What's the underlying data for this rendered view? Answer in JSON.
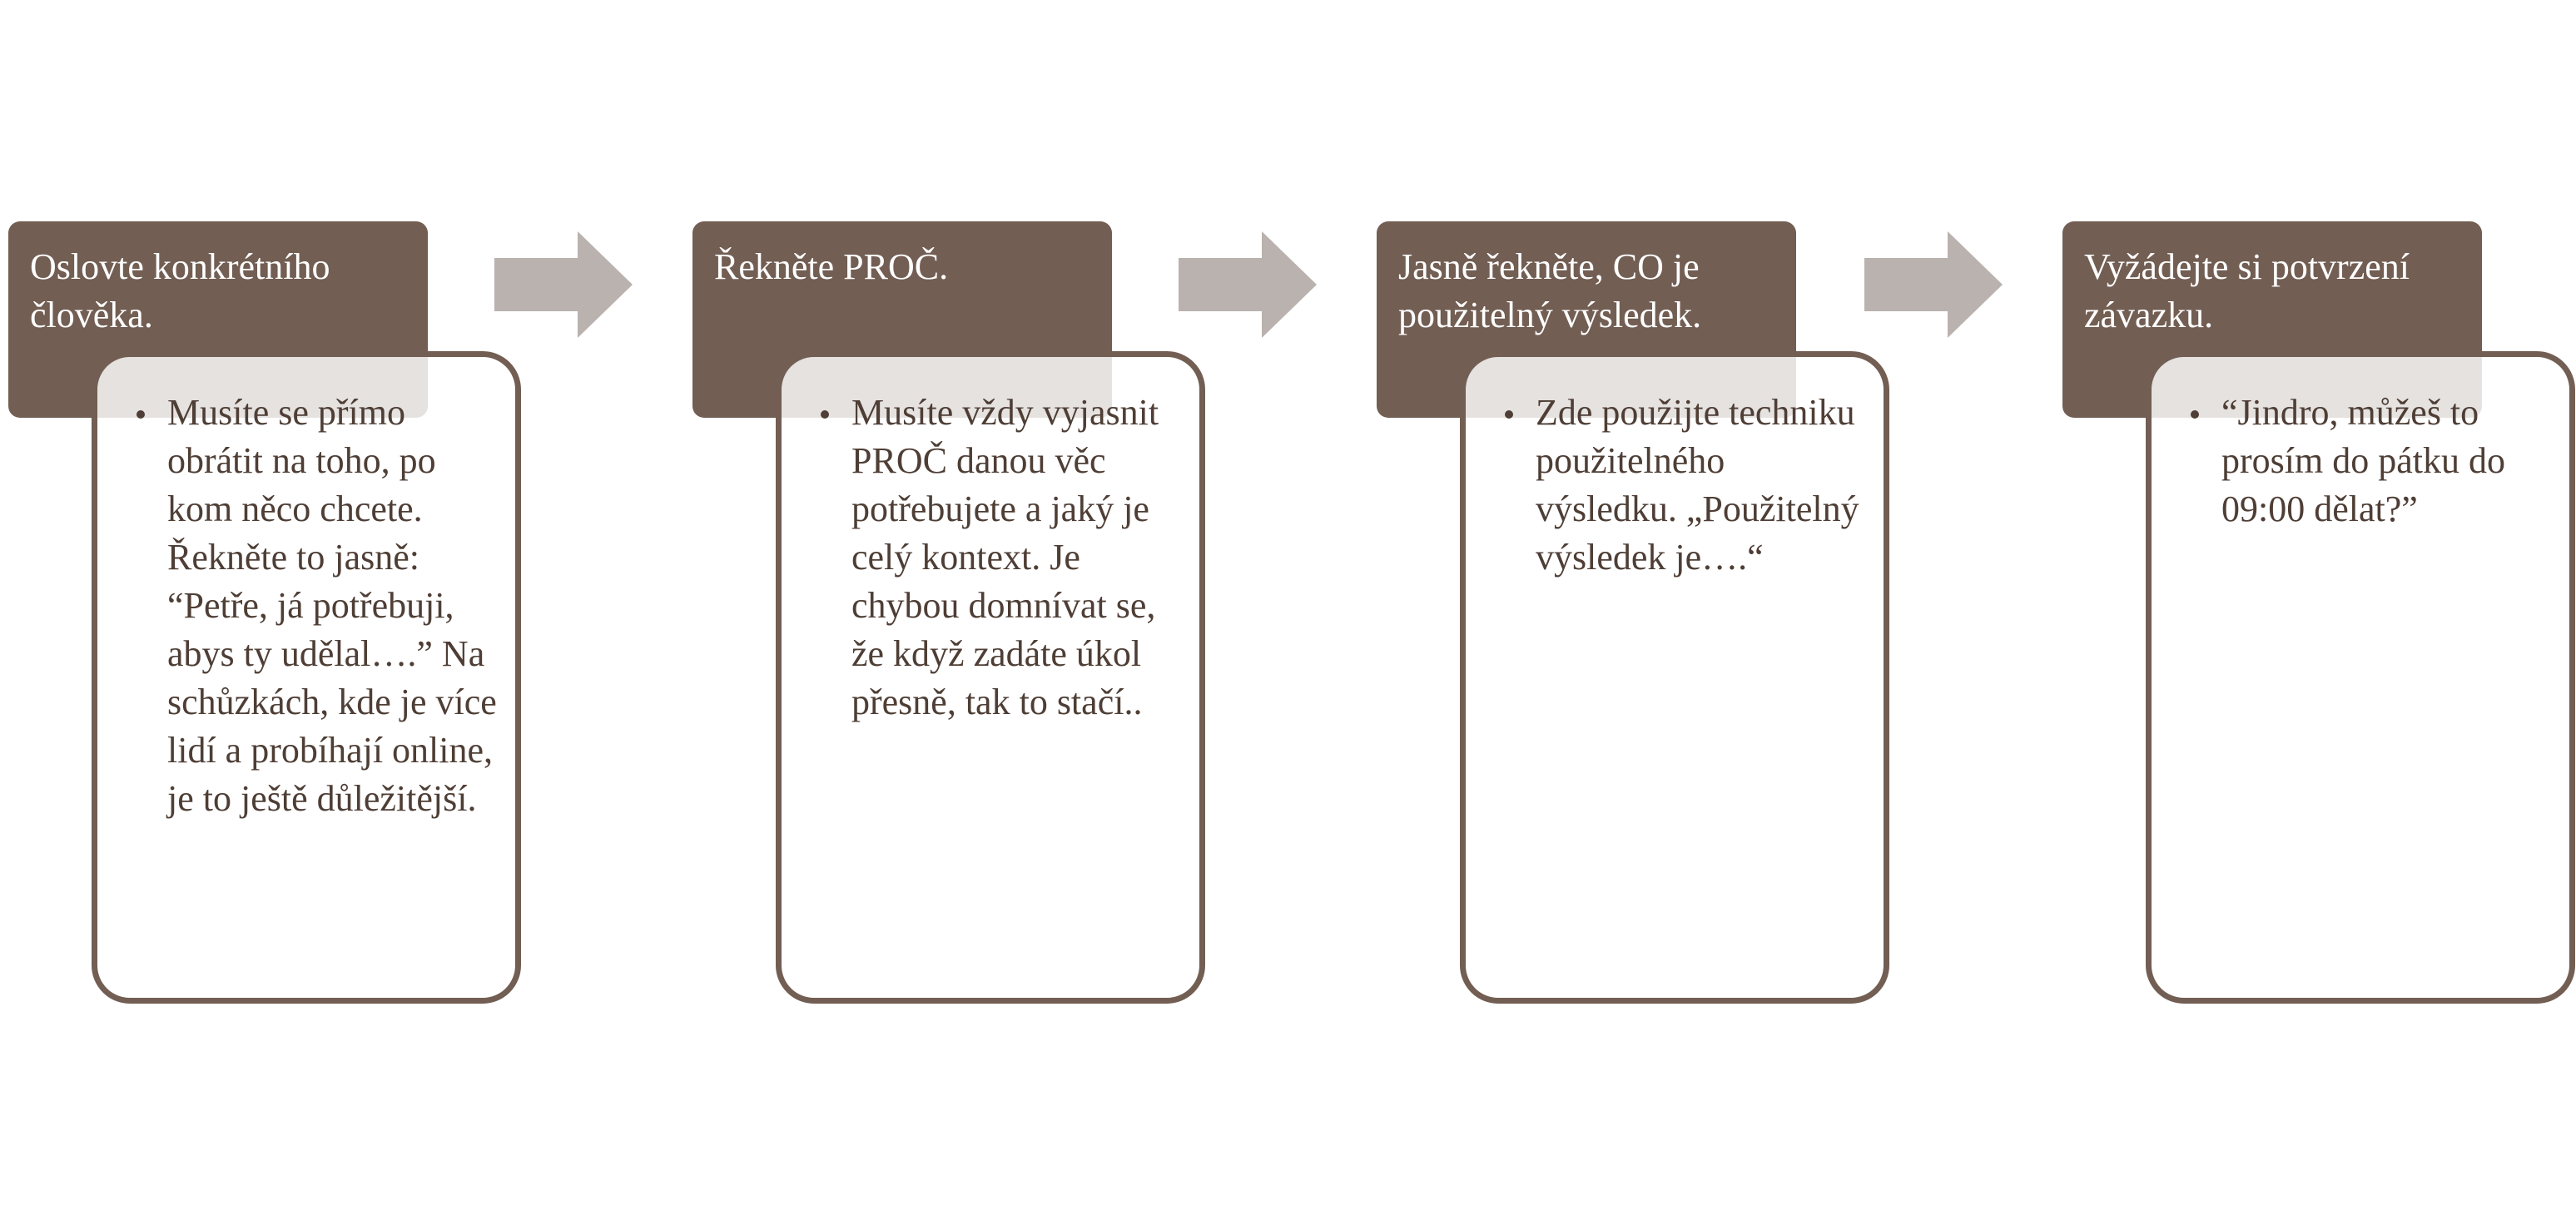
{
  "colors": {
    "header_fill": "#725e53",
    "card_border": "#725e53",
    "card_text": "#4e3e35",
    "arrow_fill": "#b9b2ae"
  },
  "steps": [
    {
      "title": "Oslovte konkrétního člověka.",
      "bullets": [
        "Musíte se přímo obrátit na toho, po kom něco chcete. Řekněte to jasně: “Petře, já potřebuji, abys ty udělal….” Na schůzkách, kde je více lidí a probíhají online, je to ještě důležitější."
      ]
    },
    {
      "title": "Řekněte PROČ.",
      "bullets": [
        "Musíte vždy vyjasnit PROČ danou věc potřebujete a jaký je celý kontext. Je chybou domnívat se, že když zadáte úkol přesně, tak to stačí.."
      ]
    },
    {
      "title": "Jasně řekněte, CO je použitelný výsledek.",
      "bullets": [
        "Zde použijte techniku použitelného výsledku. „Použitelný výsledek je….“"
      ]
    },
    {
      "title": "Vyžádejte si potvrzení závazku.",
      "bullets": [
        "“Jindro, můžeš to prosím do pátku do 09:00 dělat?”"
      ]
    }
  ]
}
